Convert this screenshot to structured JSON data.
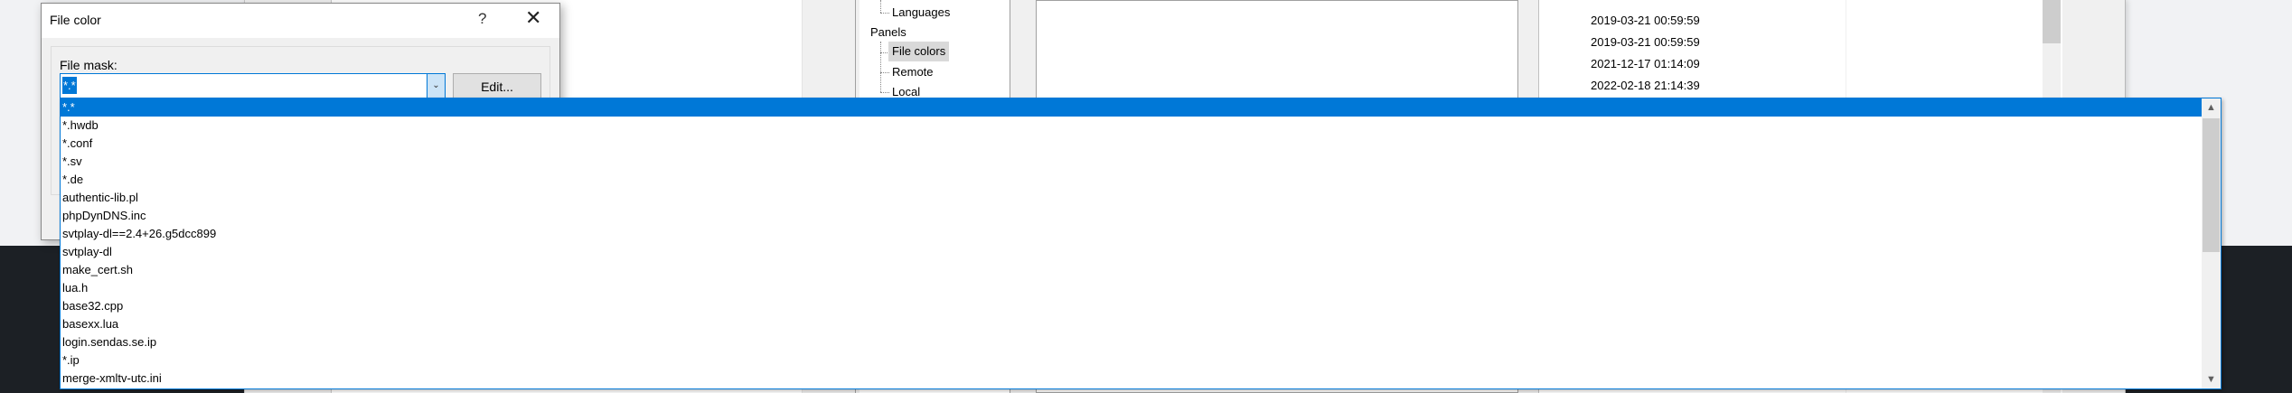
{
  "dialog": {
    "title": "File color",
    "help_label": "?",
    "close_label": "✕",
    "file_mask_label": "File mask:",
    "file_mask_value": "*.*",
    "edit_button": "Edit..."
  },
  "dropdown": {
    "options": [
      "*.*",
      "*.hwdb",
      "*.conf",
      "*.sv",
      "*.de",
      "authentic-lib.pl",
      "phpDynDNS.inc",
      "svtplay-dl==2.4+26.g5dcc899",
      "svtplay-dl",
      "make_cert.sh",
      "lua.h",
      "base32.cpp",
      "basexx.lua",
      "login.sendas.se.ip",
      "*.ip",
      "merge-xmltv-utc.ini"
    ],
    "selected_index": 0
  },
  "tree": {
    "items": [
      "Languages",
      "Panels",
      "File colors",
      "Remote",
      "Local"
    ],
    "selected": "File colors"
  },
  "dates": [
    "2019-03-21 00:59:59",
    "2019-03-21 00:59:59",
    "2021-12-17 01:14:09",
    "2022-02-18 21:14:39"
  ],
  "colors": {
    "accent": "#0078d7",
    "taskbar": "#1c2025"
  }
}
